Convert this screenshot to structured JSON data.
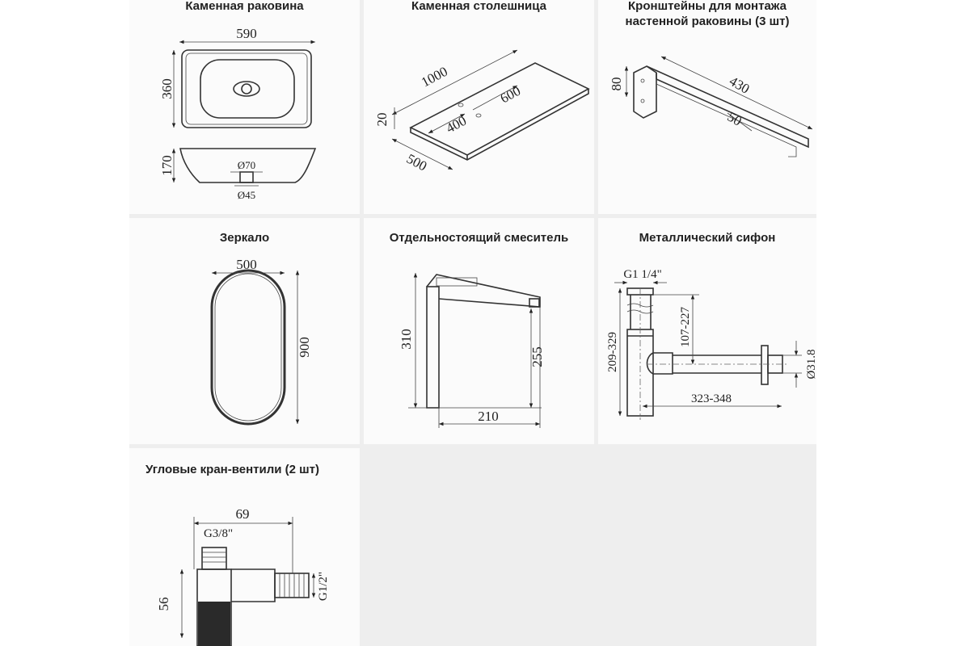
{
  "panels": [
    {
      "title": "Каменная раковина",
      "dims": {
        "width": "590",
        "depth": "360",
        "height": "170",
        "drain_outer": "Ø70",
        "drain_inner": "Ø45"
      }
    },
    {
      "title": "Каменная столешница",
      "dims": {
        "length": "1000",
        "thickness": "20",
        "depth": "500",
        "hole_a": "400",
        "hole_b": "600"
      }
    },
    {
      "title": "Кронштейны для монтажа настенной раковины (3 шт)",
      "dims": {
        "height": "80",
        "length": "430",
        "width": "50"
      }
    },
    {
      "title": "Зеркало",
      "dims": {
        "width": "500",
        "height": "900"
      }
    },
    {
      "title": "Отдельностоящий смеситель",
      "dims": {
        "height": "310",
        "spout_height": "255",
        "reach": "210"
      }
    },
    {
      "title": "Металлический сифон",
      "dims": {
        "thread": "G1 1/4\"",
        "height": "209-329",
        "outlet_height": "107-227",
        "length": "323-348",
        "diameter": "Ø31.8"
      }
    },
    {
      "title": "Угловые кран-вентили (2 шт)",
      "dims": {
        "length": "69",
        "thread_in": "G3/8\"",
        "height": "56",
        "thread_out": "G1/2\""
      }
    }
  ]
}
